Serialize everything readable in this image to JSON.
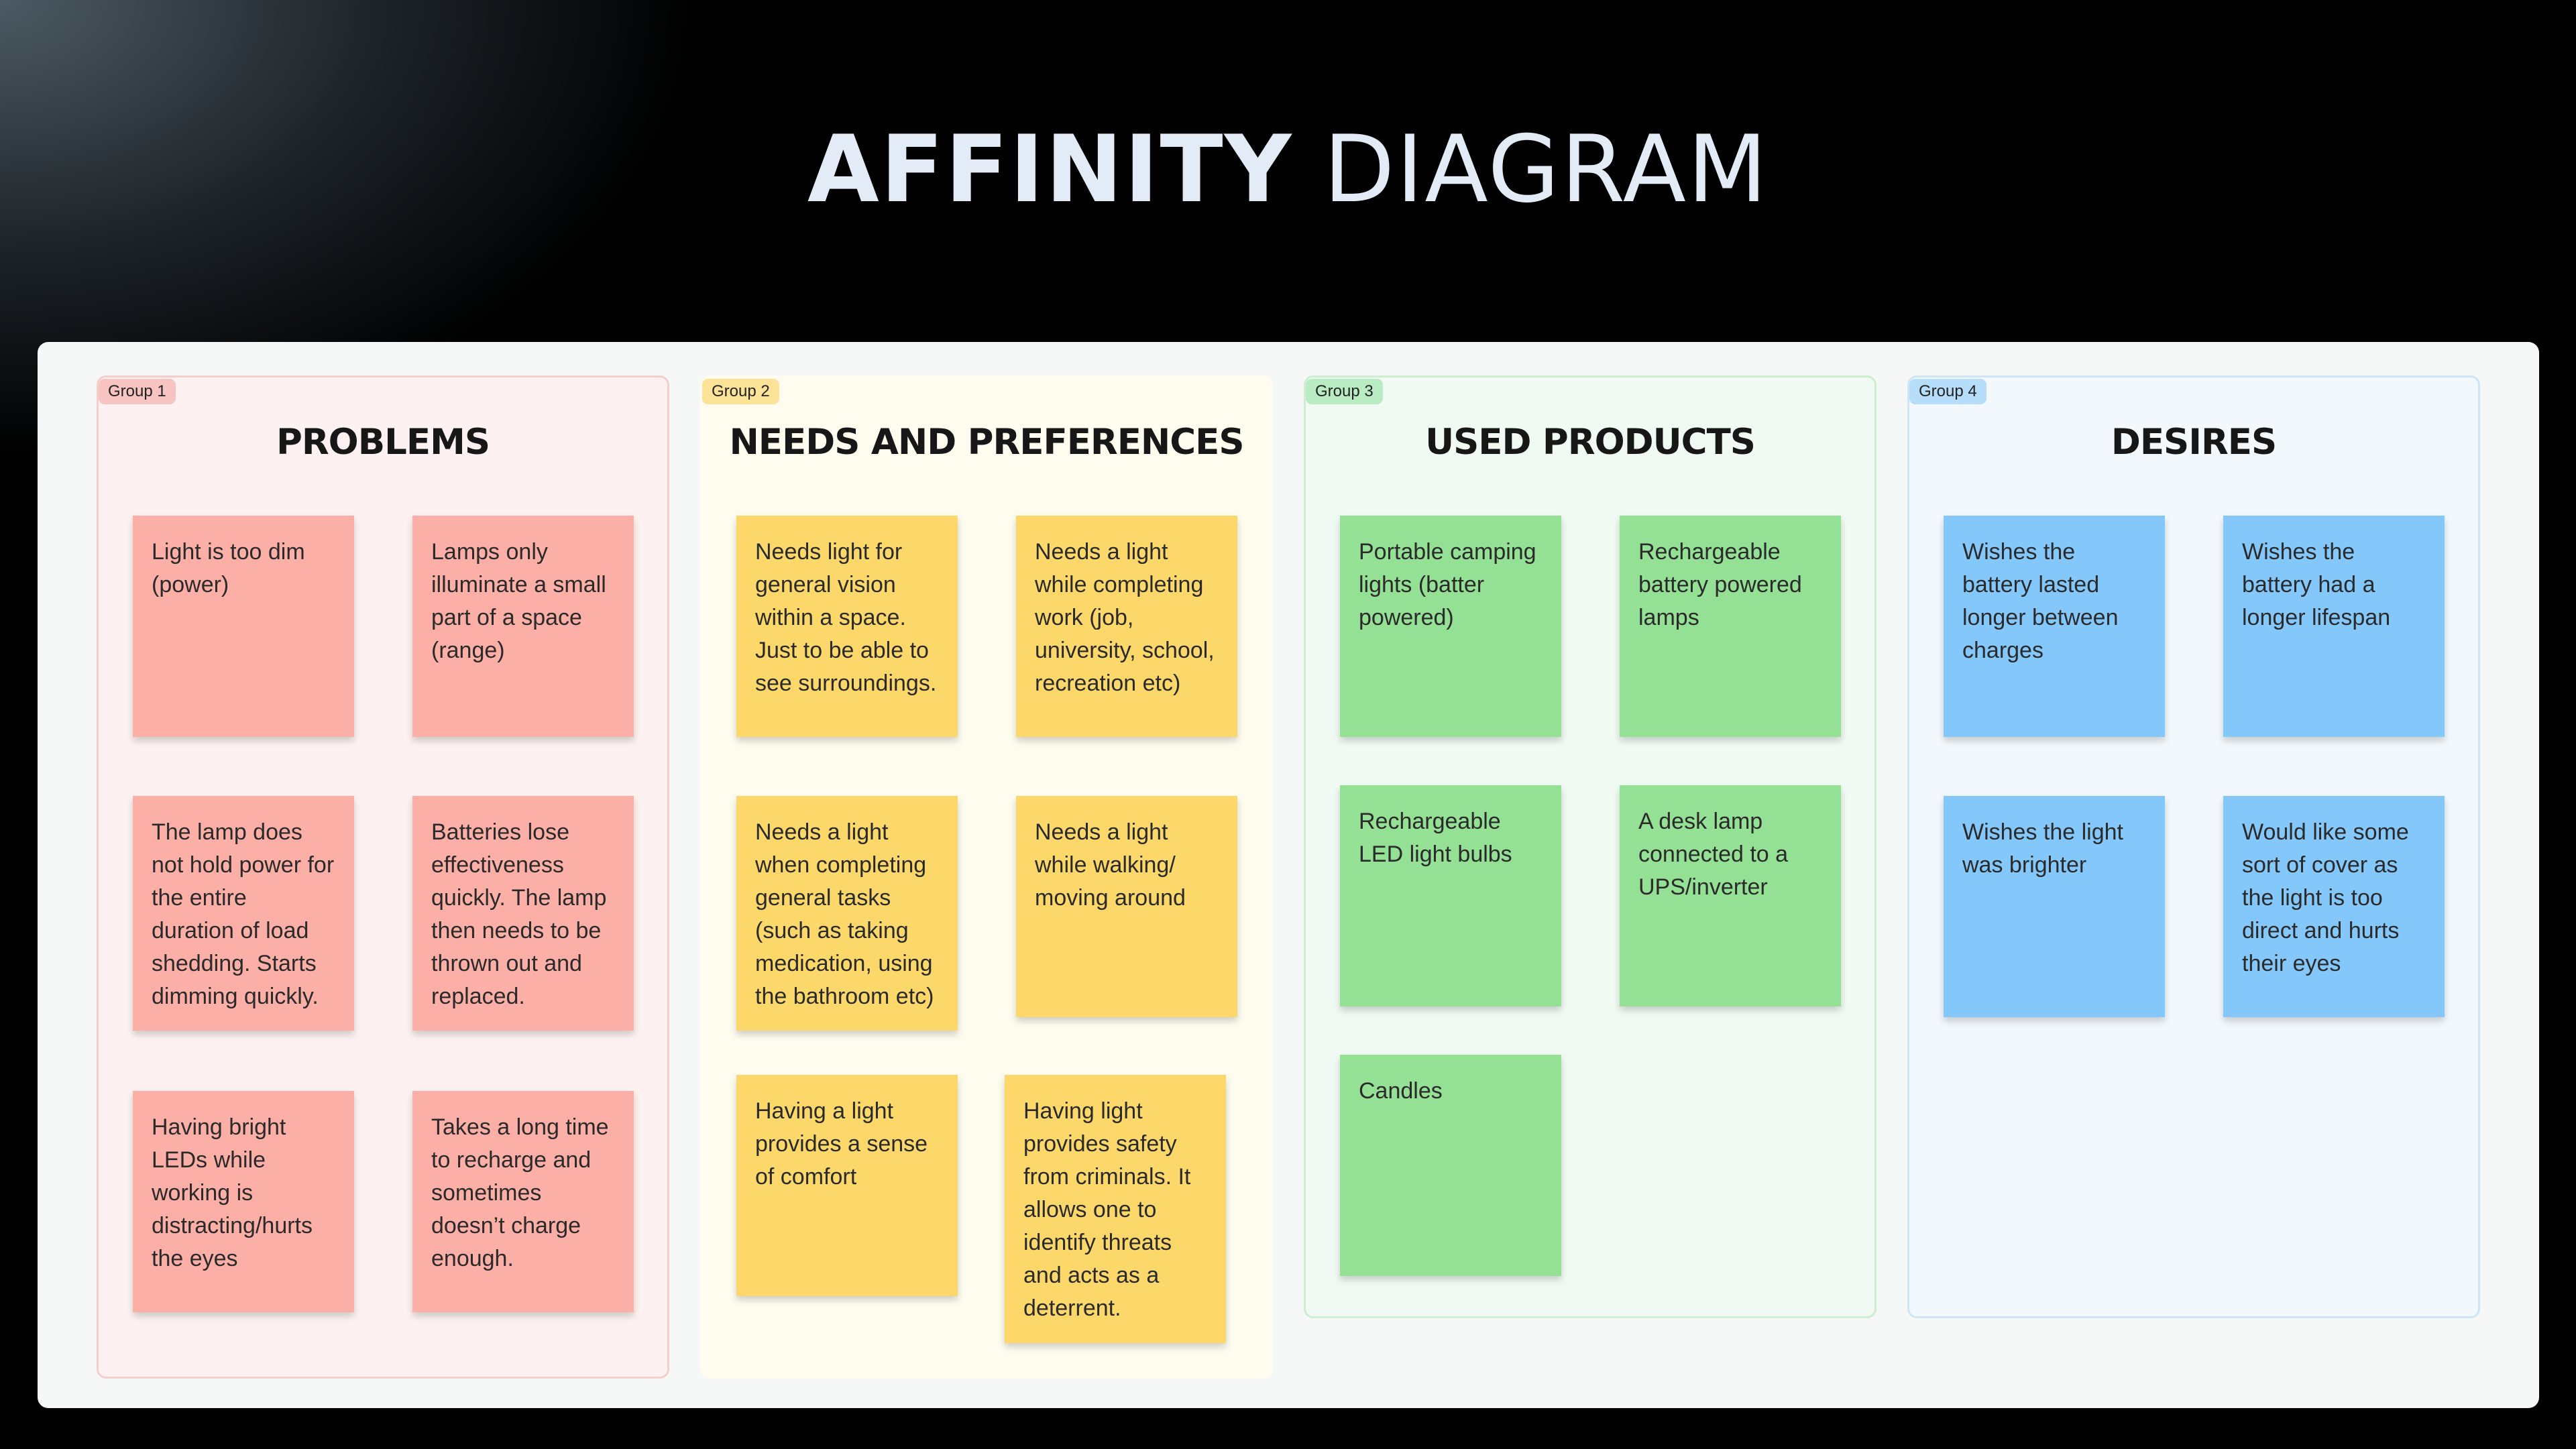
{
  "title": {
    "bold": "AFFINITY",
    "light": "DIAGRAM"
  },
  "groups": [
    {
      "tag": "Group 1",
      "title": "PROBLEMS",
      "color": "#fcafa6",
      "notes": [
        "Light is too dim (power)",
        "Lamps only illuminate a small part of a space (range)",
        "The lamp does not hold power for the entire duration of load shedding. Starts dimming quickly.",
        "Batteries lose effectiveness quickly. The lamp then needs to be thrown out and replaced.",
        "Having bright LEDs while working is distracting/hurts the eyes",
        "Takes a long time to recharge and sometimes doesn’t charge enough."
      ]
    },
    {
      "tag": "Group 2",
      "title": "NEEDS AND PREFERENCES",
      "color": "#fcd86b",
      "notes": [
        "Needs light for general vision within a space. Just to be able to see surroundings.",
        "Needs a light while completing work (job, university, school, recreation etc)",
        "Needs a light when completing general tasks (such as taking medication, using the bathroom etc)",
        "Needs a light while walking/ moving around",
        "Having a light provides a sense of comfort",
        "Having light provides safety from criminals. It allows one to identify threats and acts as a deterrent."
      ]
    },
    {
      "tag": "Group 3",
      "title": "USED PRODUCTS",
      "color": "#94e095",
      "notes": [
        "Portable camping lights (batter powered)",
        "Rechargeable battery powered lamps",
        "Rechargeable LED light bulbs",
        "A desk lamp connected to a UPS/inverter",
        "Candles"
      ]
    },
    {
      "tag": "Group 4",
      "title": "DESIRES",
      "color": "#84c8fb",
      "notes": [
        "Wishes the battery lasted longer between charges",
        "Wishes the battery had a longer lifespan",
        "Wishes the light was brighter",
        "Would like some sort of cover as the light is too direct and hurts their eyes"
      ]
    }
  ]
}
